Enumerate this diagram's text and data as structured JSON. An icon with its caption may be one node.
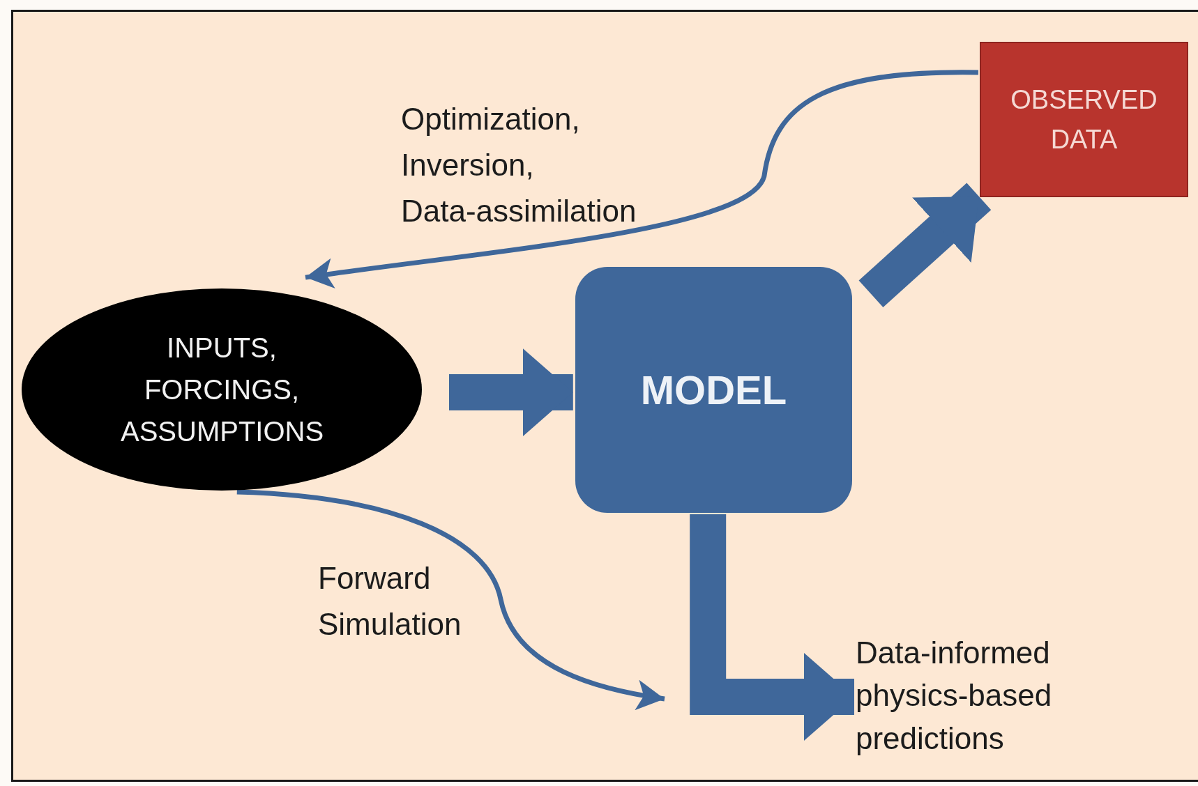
{
  "diagram": {
    "nodes": [
      {
        "text": [
          "INPUTS, FORCINGS, ASSUMPTIONS"
        ]
      },
      {
        "text": [
          "MODEL"
        ]
      },
      {
        "text": [
          "OBSERVED DATA"
        ]
      },
      {
        "text": [
          "Data-informed physics-based predictions"
        ]
      }
    ],
    "edges": [
      {
        "from": 0,
        "to": 1,
        "arrow": "to"
      },
      {
        "from": 1,
        "to": 2,
        "arrow": "to"
      },
      {
        "from": 1,
        "to": 3,
        "arrow": "to"
      },
      {
        "from": 2,
        "to": 0,
        "arrow": "to",
        "label": "Optimization, Inversion, Data-assimilation"
      },
      {
        "from": 0,
        "to": null,
        "arrow": "to",
        "label": "Forward Simulation"
      }
    ]
  }
}
